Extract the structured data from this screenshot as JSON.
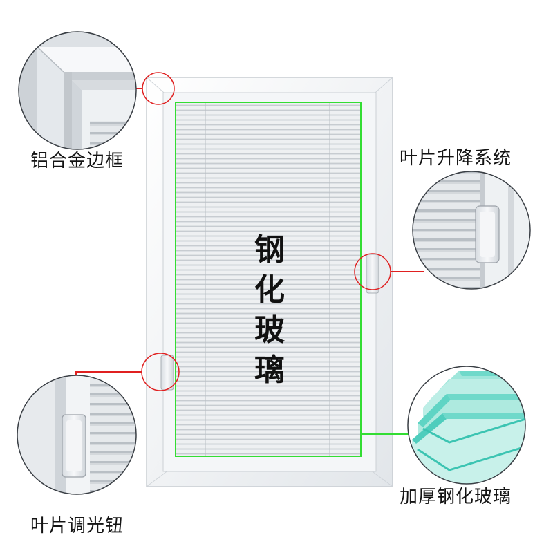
{
  "labels": {
    "frame": "铝合金边框",
    "lift_system": "叶片升降系统",
    "knob": "叶片调光钮",
    "glass_thick": "加厚钢化玻璃"
  },
  "glass_label_chars": [
    "钢",
    "化",
    "玻",
    "璃"
  ],
  "colors": {
    "callout_red": "#e02020",
    "pane_outline_green": "#33dd33",
    "frame_white": "#f3f5f7",
    "frame_shadow": "#c9ced4",
    "slat_light": "#eef0f2",
    "slat_dark": "#c7ccd1",
    "glass_cyan": "#7fe3d6"
  },
  "icons": {
    "frame_corner": "frame-corner-closeup",
    "lift_system": "lift-handle-closeup",
    "knob": "knob-closeup",
    "glass": "tempered-glass-layers-closeup"
  }
}
